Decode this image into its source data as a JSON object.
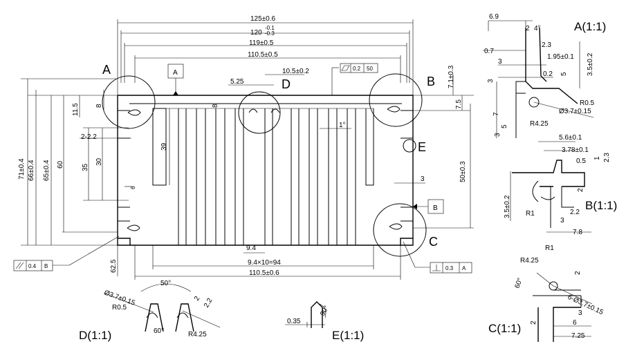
{
  "main": {
    "dims_top": [
      "125±0.6",
      "120",
      "119±0.5",
      "110.5±0.5",
      "10.5±0.2",
      "5.25",
      "8"
    ],
    "dims_top_tol_120": "-0.1\n-0.3",
    "dims_left": [
      "71±0.4",
      "66±0.4",
      "65±0.4",
      "60",
      "35",
      "30",
      "11.5",
      "8",
      "39",
      "2-2.2",
      "6"
    ],
    "dims_right": [
      "7.1±0.3",
      "7.5",
      "50±0.3",
      "3"
    ],
    "dims_bottom": [
      "9.4",
      "9.4×10=94",
      "110.5±0.6",
      "62.5"
    ],
    "angle": "1°",
    "circle_labels": [
      "A",
      "B",
      "C",
      "D",
      "E"
    ],
    "datum_A": "A",
    "datum_B": "B",
    "flatness_val": "0.2",
    "flatness_len": "50",
    "parallel_val": "0.4",
    "parallel_ref": "B",
    "perp_val": "0.3",
    "perp_ref": "A"
  },
  "detail_A": {
    "title": "A(1:1)",
    "dims": [
      "6.9",
      "2",
      "4°",
      "2.3",
      "0.7",
      "1.95±0.1",
      "3",
      "0.2",
      "5",
      "3.5±0.2",
      "R0.5",
      "Ø3.7±0.15",
      "R4.25",
      "3",
      "7",
      "3",
      "5"
    ]
  },
  "detail_B": {
    "title": "B(1:1)",
    "dims": [
      "5.6±0.1",
      "3.78±0.1",
      "0.5",
      "2.3",
      "1",
      "3.5±0.2",
      "R1",
      "2",
      "2.2",
      "3",
      "7.8"
    ]
  },
  "detail_C": {
    "title": "C(1:1)",
    "dims": [
      "R1",
      "R4.25",
      "60°",
      "2",
      "6-Ø3.7±0.15",
      "3",
      "6",
      "7.25",
      "2"
    ]
  },
  "detail_D": {
    "title": "D(1:1)",
    "dims": [
      "50°",
      "Ø3.7±0.15",
      "R0.5",
      "2",
      "2.2",
      "60°",
      "R4.25"
    ]
  },
  "detail_E": {
    "title": "E(1:1)",
    "dims": [
      "0.35",
      "90°"
    ]
  }
}
